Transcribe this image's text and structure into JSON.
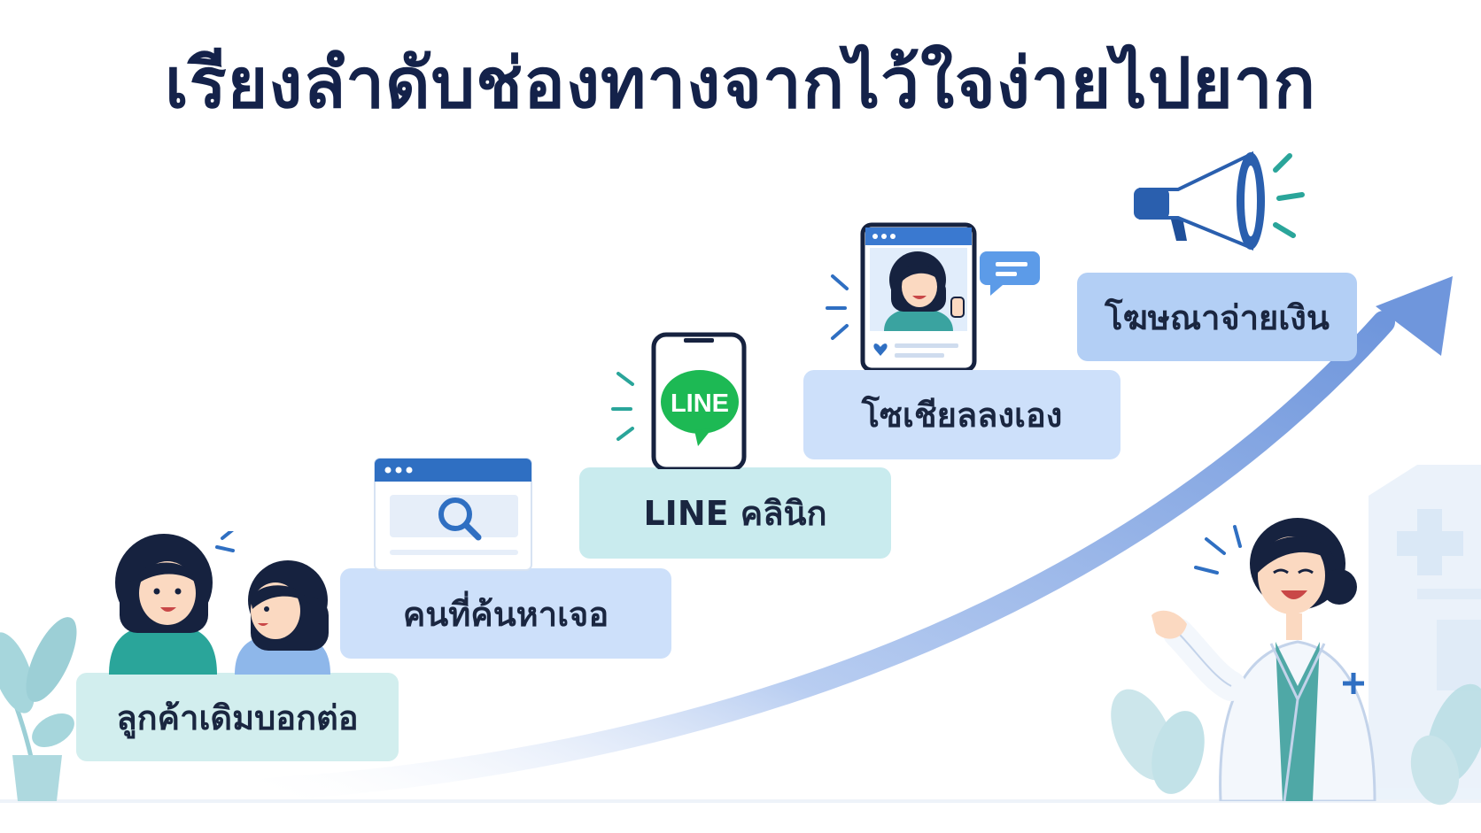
{
  "title": "เรียงลำดับช่องทางจากไว้ใจง่ายไปยาก",
  "steps": [
    {
      "label": "ลูกค้าเดิมบอกต่อ",
      "icon": "people-talking-icon"
    },
    {
      "label": "คนที่ค้นหาเจอ",
      "icon": "search-browser-icon"
    },
    {
      "label": "LINE คลินิก",
      "icon": "line-phone-icon"
    },
    {
      "label": "โซเชียลลงเอง",
      "icon": "social-post-phone-icon"
    },
    {
      "label": "โฆษณาจ่ายเงิน",
      "icon": "megaphone-icon"
    }
  ],
  "line_logo_text": "LINE",
  "colors": {
    "title": "#14224a",
    "arrow": "#7ea3e0",
    "line_green": "#1db954",
    "mint": "#d2eeee",
    "light_blue": "#cde0fa",
    "accent_blue": "#2f6fc2"
  }
}
